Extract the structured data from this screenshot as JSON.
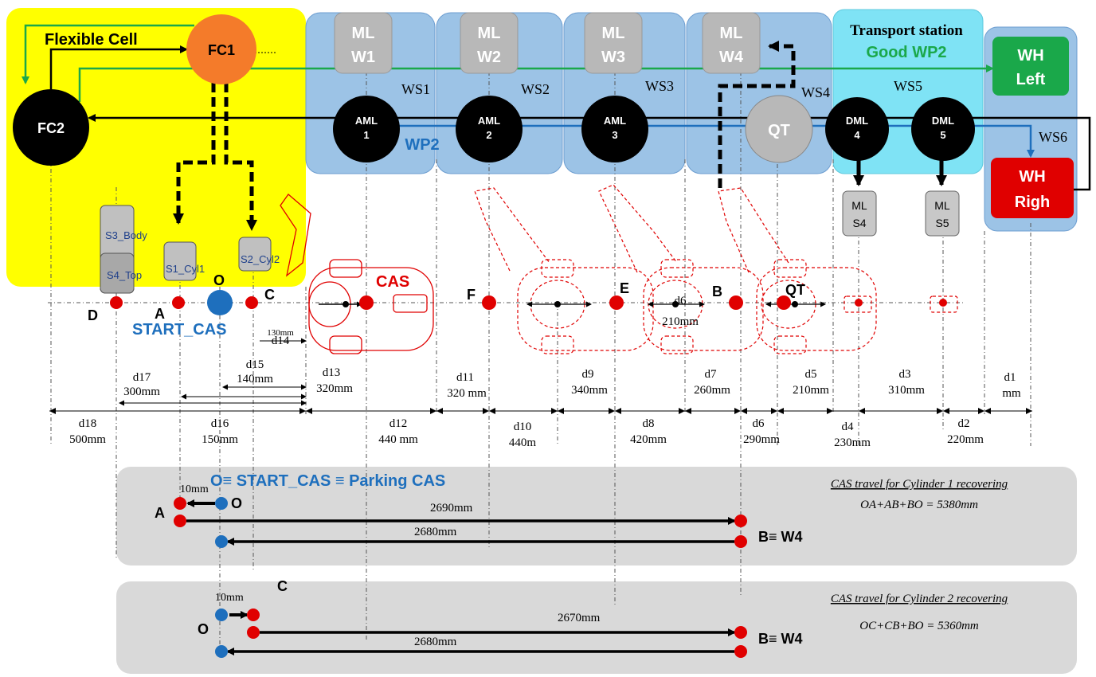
{
  "cell": {
    "title": "Flexible Cell",
    "fc1": "FC1",
    "fc2": "FC2"
  },
  "stations": {
    "ws1": "WS1",
    "ws2": "WS2",
    "ws3": "WS3",
    "ws4": "WS4",
    "ws5": "WS5",
    "ws6": "WS6",
    "transport": "Transport station",
    "good_wp2": "Good WP2",
    "wp2": "WP2"
  },
  "machines": {
    "mlw1_a": "ML",
    "mlw1_b": "W1",
    "mlw2_a": "ML",
    "mlw2_b": "W2",
    "mlw3_a": "ML",
    "mlw3_b": "W3",
    "mlw4_a": "ML",
    "mlw4_b": "W4",
    "aml1_a": "AML",
    "aml1_b": "1",
    "aml2_a": "AML",
    "aml2_b": "2",
    "aml3_a": "AML",
    "aml3_b": "3",
    "qt": "QT",
    "dml4_a": "DML",
    "dml4_b": "4",
    "dml5_a": "DML",
    "dml5_b": "5",
    "whl_a": "WH",
    "whl_b": "Left",
    "whr_a": "WH",
    "whr_b": "Righ",
    "mls4_a": "ML",
    "mls4_b": "S4",
    "mls5_a": "ML",
    "mls5_b": "S5"
  },
  "storage": {
    "s3": "S3_Body",
    "s4": "S4_Top",
    "s1": "S1_Cyl1",
    "s2": "S2_Cyl2"
  },
  "points": {
    "d": "D",
    "a": "A",
    "o": "O",
    "c": "C",
    "f": "F",
    "e": "E",
    "b": "B",
    "cas": "CAS",
    "qt": "QT",
    "start_cas": "START_CAS"
  },
  "distances": {
    "d14": "d14",
    "d14v": "130mm",
    "d6label": "d6",
    "d6v": "210mm",
    "d15": "d15",
    "d15v": "140mm",
    "d17": "d17",
    "d17v": "300mm",
    "d13": "d13",
    "d13v": "320mm",
    "d11": "d11",
    "d11v": "320 mm",
    "d9": "d9",
    "d9v": "340mm",
    "d7": "d7",
    "d7v": "260mm",
    "d5": "d5",
    "d5v": "210mm",
    "d3": "d3",
    "d3v": "310mm",
    "d1": "d1",
    "d1v": "mm",
    "d18": "d18",
    "d18v": "500mm",
    "d16": "d16",
    "d16v": "150mm",
    "d12": "d12",
    "d12v": "440 mm",
    "d10": "d10",
    "d10v": "440m",
    "d8": "d8",
    "d8v": "420mm",
    "d6": "d6",
    "d6v2": "290mm",
    "d4": "d4",
    "d4v": "230mm",
    "d2": "d2",
    "d2v": "220mm"
  },
  "panel1": {
    "title": "O≡ START_CAS ≡ Parking CAS",
    "label_10mm": "10mm",
    "a": "A",
    "o": "O",
    "oa_len": "2690mm",
    "bo_len": "2680mm",
    "bw4": "B≡ W4",
    "caption": "CAS travel for Cylinder 1 recovering",
    "formula": "OA+AB+BO = 5380mm"
  },
  "panel2": {
    "c": "C",
    "label_10mm": "10mm",
    "o": "O",
    "cb_len": "2670mm",
    "bo_len": "2680mm",
    "bw4": "B≡ W4",
    "caption": "CAS travel for Cylinder 2 recovering",
    "formula": "OC+CB+BO = 5360mm"
  },
  "colors": {
    "yellow": "#ffff00",
    "blueStation": "#9cc3e6",
    "cyan": "#7fe3f5",
    "orange": "#f47b2a",
    "green": "#1aa84a",
    "red": "#e00000",
    "blue": "#1e6fbd",
    "darkBlue": "#1f5faa",
    "gray": "#bfbfbf"
  }
}
